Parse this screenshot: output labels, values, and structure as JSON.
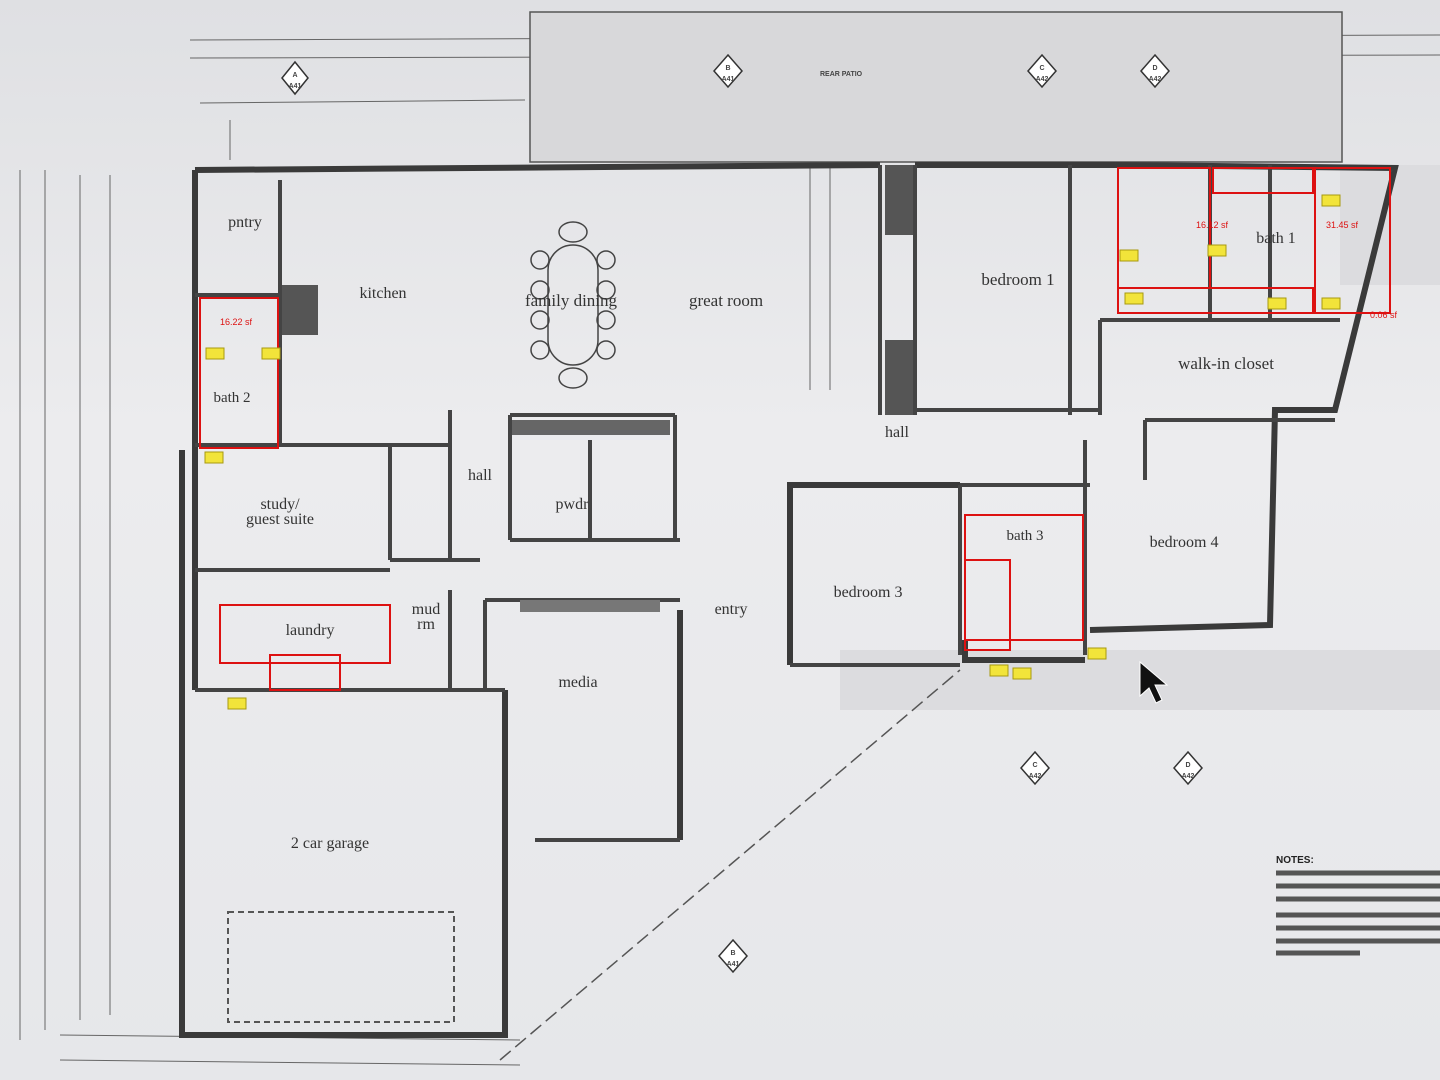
{
  "rooms": {
    "pntry": "pntry",
    "kitchen": "kitchen",
    "family_dining": "family dining",
    "great_room": "great room",
    "bedroom_1": "bedroom 1",
    "bath_1": "bath 1",
    "walk_in_closet": "walk-in closet",
    "bath_2": "bath 2",
    "study_line1": "study/",
    "study_line2": "guest suite",
    "hall_left": "hall",
    "hall_right": "hall",
    "pwdr": "pwdr",
    "bedroom_3": "bedroom 3",
    "bath_3": "bath 3",
    "bedroom_4": "bedroom 4",
    "laundry": "laundry",
    "mud_line1": "mud",
    "mud_line2": "rm",
    "media": "media",
    "entry": "entry",
    "garage": "2 car garage"
  },
  "labels": {
    "rear_patio": "REAR PATIO",
    "notes_title": "NOTES:",
    "area_bath2": "16.22 sf",
    "area_bath1": "31.45 sf",
    "area_bath1b": "16.12 sf",
    "area_closet": "0.06 sf"
  },
  "section_markers": [
    {
      "letter": "A",
      "sheet": "A41"
    },
    {
      "letter": "B",
      "sheet": "A41"
    },
    {
      "letter": "C",
      "sheet": "A42"
    },
    {
      "letter": "D",
      "sheet": "A42"
    },
    {
      "letter": "C",
      "sheet": "A42"
    },
    {
      "letter": "D",
      "sheet": "A42"
    },
    {
      "letter": "B",
      "sheet": "A41"
    }
  ],
  "colors": {
    "wall": "#3a3a3a",
    "line": "#555555",
    "markup_red": "#dd1111",
    "comment_yellow": "#f2e43a"
  }
}
